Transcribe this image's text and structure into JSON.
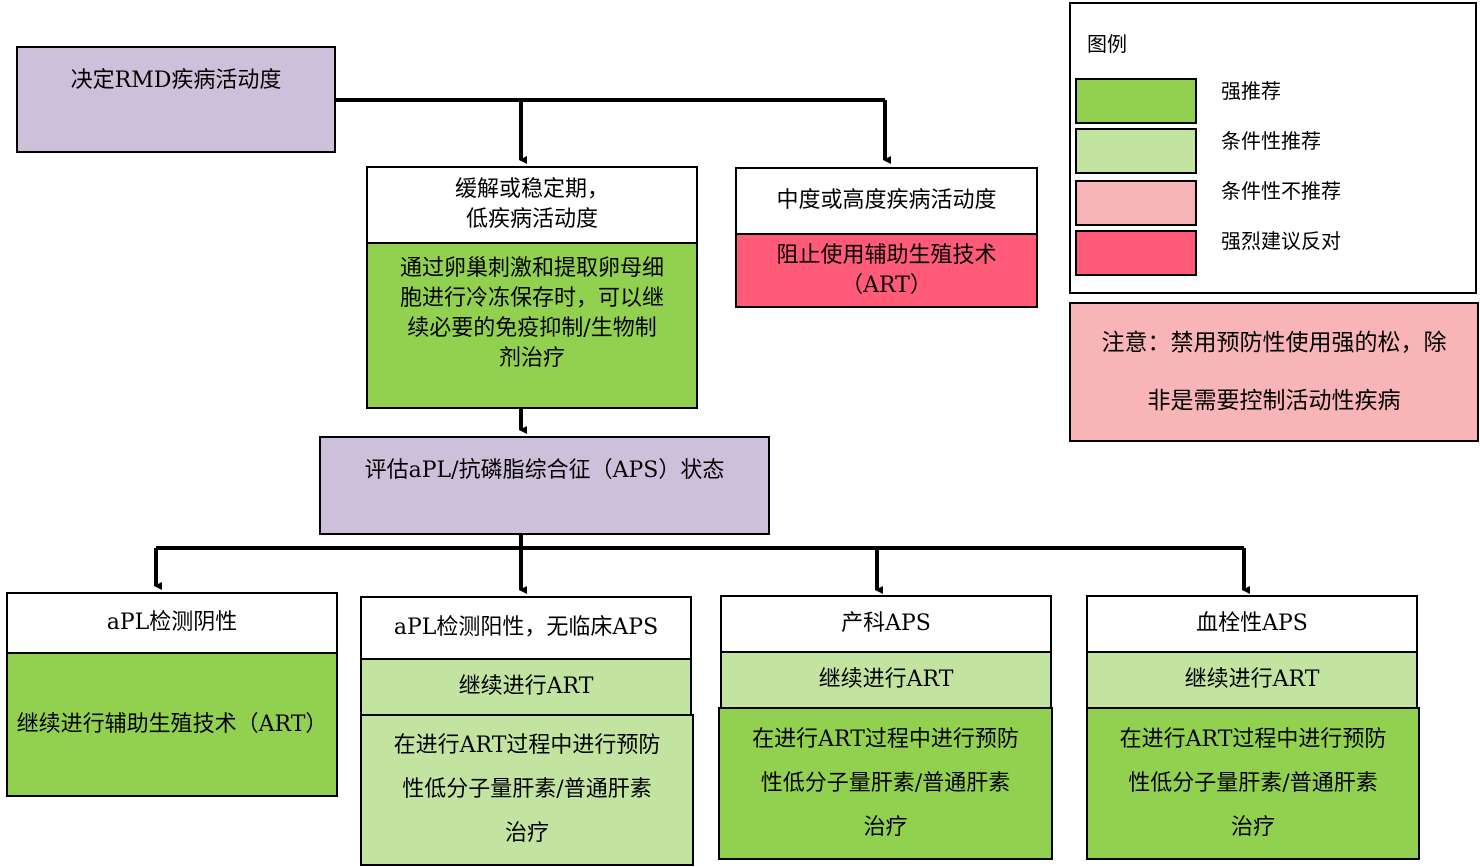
{
  "nodes": {
    "disease_activity": "决定RMD疾病活动度",
    "remission_header": "缓解或稳定期，\n低疾病活动度",
    "remission_body": "通过卵巢刺激和提取卵母细\n胞进行冷冻保存时，可以继\n续必要的免疫抑制/生物制\n剂治疗",
    "high_activity_header": "中度或高度疾病活动度",
    "high_activity_body": "阻止使用辅助生殖技术\n（ART）",
    "aps_status": "评估aPL/抗磷脂综合征（APS）状态",
    "apl_negative_header": "aPL检测阴性",
    "apl_negative_body": "继续进行辅助生殖技术（ART）",
    "apl_positive_header": "aPL检测阳性，无临床APS",
    "apl_positive_mid": "继续进行ART",
    "apl_positive_body": "在进行ART过程中进行预防\n性低分子量肝素/普通肝素\n治疗",
    "obstetric_header": "产科APS",
    "obstetric_mid": "继续进行ART",
    "obstetric_body": "在进行ART过程中进行预防\n性低分子量肝素/普通肝素\n治疗",
    "thrombotic_header": "血栓性APS",
    "thrombotic_mid": "继续进行ART",
    "thrombotic_body": "在进行ART过程中进行预防\n性低分子量肝素/普通肝素\n治疗"
  },
  "legend": {
    "title": "图例",
    "items": [
      {
        "label": "强推荐",
        "color": "#92d050"
      },
      {
        "label": "条件性推荐",
        "color": "#c3e4a0"
      },
      {
        "label": "条件性不推荐",
        "color": "#f8b4b6"
      },
      {
        "label": "强烈建议反对",
        "color": "#ff5a78"
      }
    ]
  },
  "note": "注意：禁用预防性使用强的松，除\n非是需要控制活动性疾病",
  "colors": {
    "purple": "#ccc0da",
    "strong_recommend": "#92d050",
    "conditional_recommend": "#c3e4a0",
    "conditional_against": "#f8b4b6",
    "strong_against": "#ff5a78"
  }
}
